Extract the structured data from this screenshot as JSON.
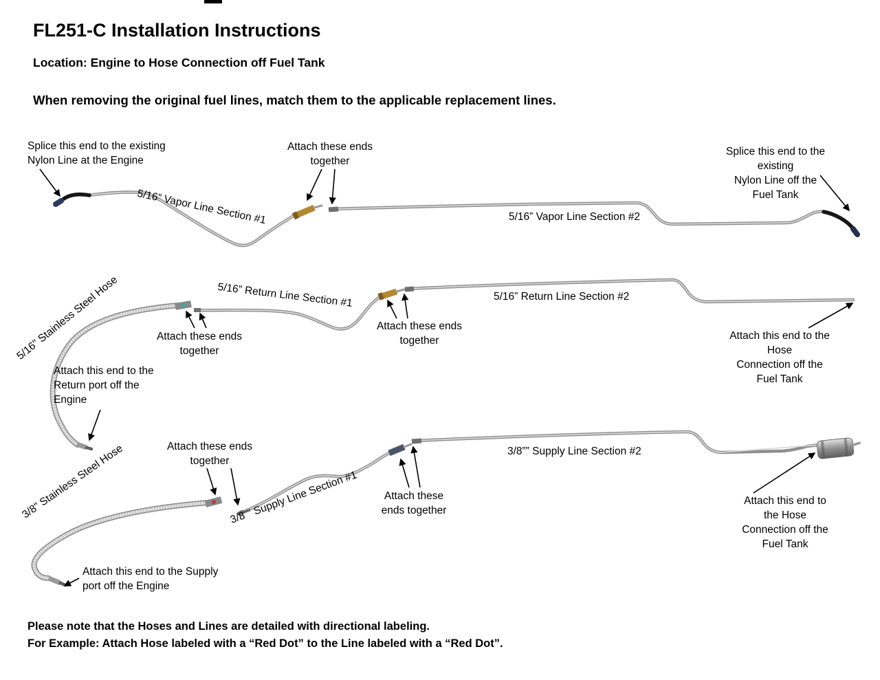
{
  "header": {
    "title": "FL251-C Installation Instructions",
    "location": "Location: Engine to Hose Connection off Fuel Tank",
    "note": "When removing the original fuel lines, match them to the applicable replacement lines."
  },
  "annotations": {
    "splice_engine": "Splice this end to the existing\nNylon Line at the Engine",
    "attach_vapor_ends": "Attach these ends\ntogether",
    "splice_tank": "Splice this end to the existing\nNylon Line off the Fuel Tank",
    "vapor_section_1": "5/16” Vapor Line Section #1",
    "vapor_section_2": "5/16” Vapor Line Section #2",
    "return_section_1": "5/16” Return Line Section #1",
    "return_section_2": "5/16” Return Line Section #2",
    "ss_hose_516": "5/16\" Stainless Steel Hose",
    "attach_return_ends_left": "Attach these ends\ntogether",
    "attach_return_ends_mid": "Attach these ends\ntogether",
    "attach_hose_tank_return": "Attach this end to the Hose\nConnection off the Fuel Tank",
    "attach_return_port": "Attach this end to the\nReturn port off the\nEngine",
    "attach_supply_ends_left": "Attach these ends\ntogether",
    "supply_section_2": "3/8”” Supply Line Section #2",
    "ss_hose_38": "3/8\" Stainless Steel Hose",
    "supply_section_1": "3/8”” Supply Line Section #1",
    "attach_supply_ends_mid": "Attach these\nends together",
    "attach_hose_tank_supply": "Attach this end to the Hose\nConnection off the Fuel Tank",
    "attach_supply_port": "Attach this end to the Supply\nport off the Engine"
  },
  "footer": {
    "line1": "Please note that the Hoses and Lines are detailed with directional labeling.",
    "line2": "For Example: Attach Hose labeled with a “Red Dot” to the Line labeled with a “Red Dot”."
  },
  "colors": {
    "line_silver": "#a0a0a0",
    "line_highlight": "#d8d8d8",
    "hose_braid": "#9a9a9a",
    "brass_fitting": "#b2892f",
    "nylon_black": "#161616",
    "dot_teal": "#3aa9a0",
    "dot_red": "#c63434",
    "dark_fitting": "#4a5668"
  }
}
